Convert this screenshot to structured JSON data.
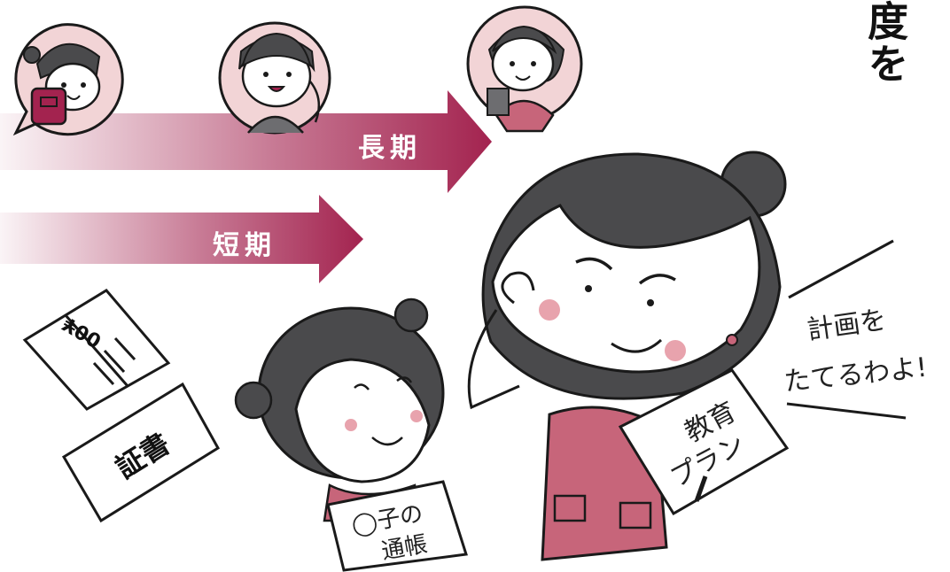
{
  "labels": {
    "long_term": "長期",
    "short_term": "短期",
    "heading_fragment": "度を",
    "speech": [
      "計画を",
      "たてるわよ!"
    ],
    "booklet": "00¥",
    "certificate": "証書",
    "passbook": [
      "◯子の",
      "通帳"
    ],
    "plan_paper": [
      "教育",
      "プラン"
    ]
  },
  "colors": {
    "accent": "#a3234f",
    "pink_skin": "#f2d4d6",
    "apron": "#c7657a",
    "hair": "#4a4a4c",
    "cheek": "#e8a3ad",
    "line": "#1a1a1a"
  }
}
